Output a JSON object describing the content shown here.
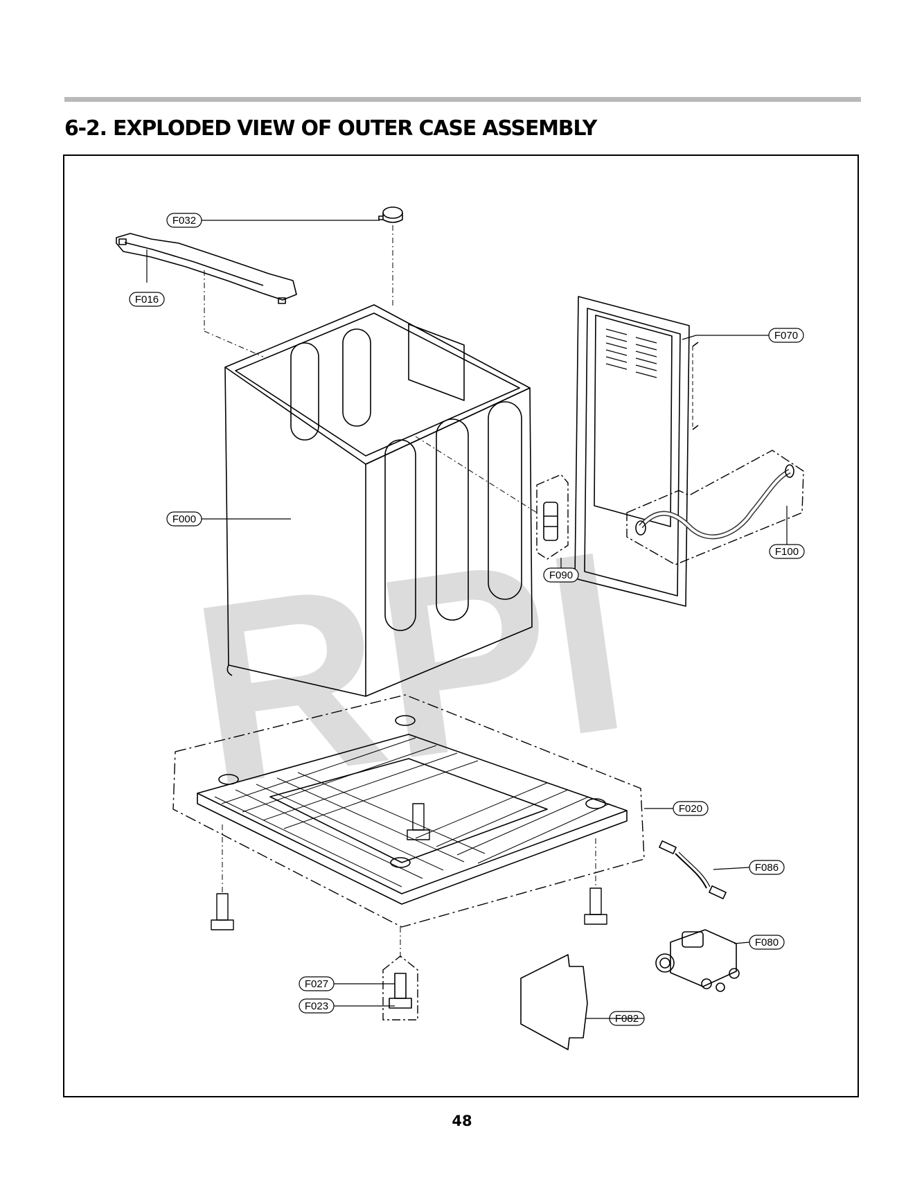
{
  "page": {
    "title": "6-2. EXPLODED VIEW OF OUTER CASE ASSEMBLY",
    "page_number": "48",
    "watermark": "RPI"
  },
  "parts": [
    {
      "id": "F032"
    },
    {
      "id": "F016"
    },
    {
      "id": "F070"
    },
    {
      "id": "F000"
    },
    {
      "id": "F090"
    },
    {
      "id": "F100"
    },
    {
      "id": "F020"
    },
    {
      "id": "F086"
    },
    {
      "id": "F080"
    },
    {
      "id": "F027"
    },
    {
      "id": "F023"
    },
    {
      "id": "F082"
    }
  ]
}
